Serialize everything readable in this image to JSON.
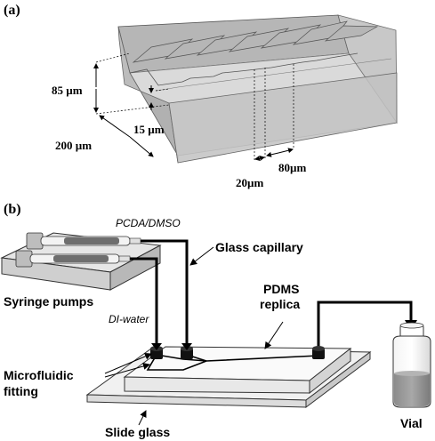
{
  "panel_a": {
    "label": "(a)",
    "dim_height": "85 µm",
    "dim_depth": "15 µm",
    "dim_width": "200 µm",
    "dim_gap": "20µm",
    "dim_pitch": "80µm"
  },
  "panel_b": {
    "label": "(b)",
    "fluid_top": "PCDA/DMSO",
    "fluid_bottom": "DI-water",
    "syringe_pumps": "Syringe pumps",
    "glass_capillary": "Glass capillary",
    "pdms_line1": "PDMS",
    "pdms_line2": "replica",
    "fitting_line1": "Microfluidic",
    "fitting_line2": "fitting",
    "slide_glass": "Slide glass",
    "vial": "Vial"
  },
  "colors": {
    "channel_fill": "#bdbdbd",
    "channel_dark": "#8a8a8a",
    "liquid": "#9a9a9a",
    "line": "#000000"
  }
}
